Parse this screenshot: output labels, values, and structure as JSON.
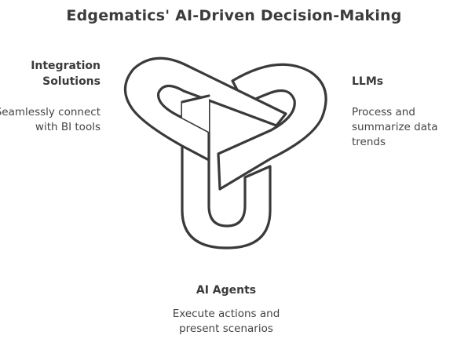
{
  "title": "Edgematics' AI-Driven Decision-Making",
  "segments": {
    "integration": {
      "heading": "Integration Solutions",
      "description": "Seamlessly connect with BI tools"
    },
    "llms": {
      "heading": "LLMs",
      "description": "Process and summarize data trends"
    },
    "agents": {
      "heading": "AI Agents",
      "description": "Execute actions and present scenarios"
    }
  },
  "colors": {
    "stroke": "#3a3a3a",
    "text": "#3b3b3b",
    "background": "#ffffff"
  },
  "icons": [
    "trefoil-knot-icon"
  ]
}
